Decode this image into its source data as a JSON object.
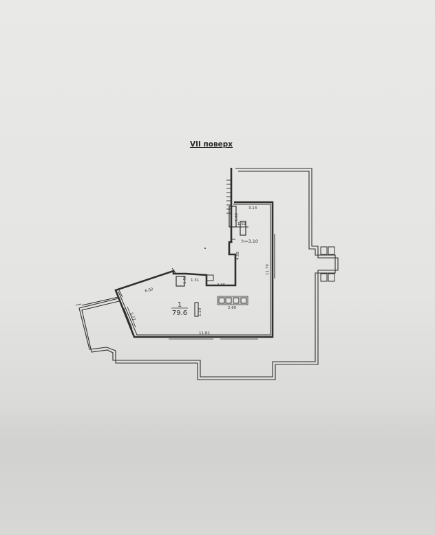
{
  "floor_title": "VII поверх",
  "room": {
    "number": "1",
    "area": "79.6"
  },
  "ceiling_height": "h=3.10",
  "dimensions": {
    "d314": "3.14",
    "d182": "1.82",
    "d102": "1.02",
    "d458": "4.58",
    "d1179": "11.79",
    "d156": "1.56",
    "d131": "1.31",
    "d236": "2.36",
    "d602": "6.02",
    "d120": "1.20",
    "d260": "2.60",
    "d327": "3.27",
    "d1182": "11.82"
  },
  "colors": {
    "line": "#2f2f2f",
    "paper": "#e6e6e4"
  }
}
